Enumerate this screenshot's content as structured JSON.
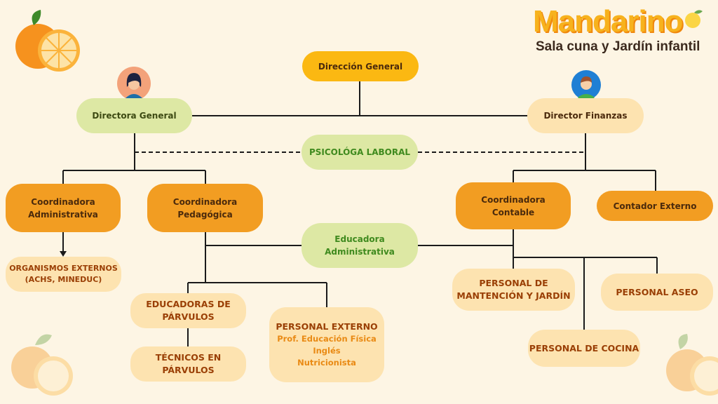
{
  "brand": {
    "name": "Mandarino",
    "tagline": "Sala cuna y Jardín infantil"
  },
  "colors": {
    "background": "#fdf5e4",
    "orange": "#f29d22",
    "yellow": "#fbb812",
    "green": "#dde8a4",
    "peach": "#fde3b0",
    "line": "#1a1a1a"
  },
  "nodes": {
    "direccion_general": "Dirección General",
    "directora_general": "Directora General",
    "director_finanzas": "Director Finanzas",
    "psicologa_laboral": "PSICOLÓGA LABORAL",
    "coord_administrativa": [
      "Coordinadora",
      "Administrativa"
    ],
    "coord_pedagogica": [
      "Coordinadora",
      "Pedagógica"
    ],
    "coord_contable": [
      "Coordinadora",
      "Contable"
    ],
    "contador_externo": "Contador Externo",
    "educadora_administrativa": [
      "Educadora",
      "Administrativa"
    ],
    "organismos_externos": [
      "ORGANISMOS EXTERNOS",
      "(ACHS, MINEDUC)"
    ],
    "educadoras_parvulos": [
      "EDUCADORAS DE",
      "PÁRVULOS"
    ],
    "tecnicos_parvulos": "TÉCNICOS EN PÁRVULOS",
    "personal_externo": {
      "title": "PERSONAL EXTERNO",
      "items": [
        "Prof. Educación Física",
        "Inglés",
        "Nutricionista"
      ]
    },
    "personal_mantencion": [
      "PERSONAL DE",
      "MANTENCIÓN Y JARDÍN"
    ],
    "personal_aseo": "PERSONAL ASEO",
    "personal_cocina": "PERSONAL DE COCINA"
  },
  "icons": [
    "orange-fruit-icon",
    "woman-avatar-icon",
    "man-avatar-icon",
    "mandarin-logo-icon"
  ]
}
